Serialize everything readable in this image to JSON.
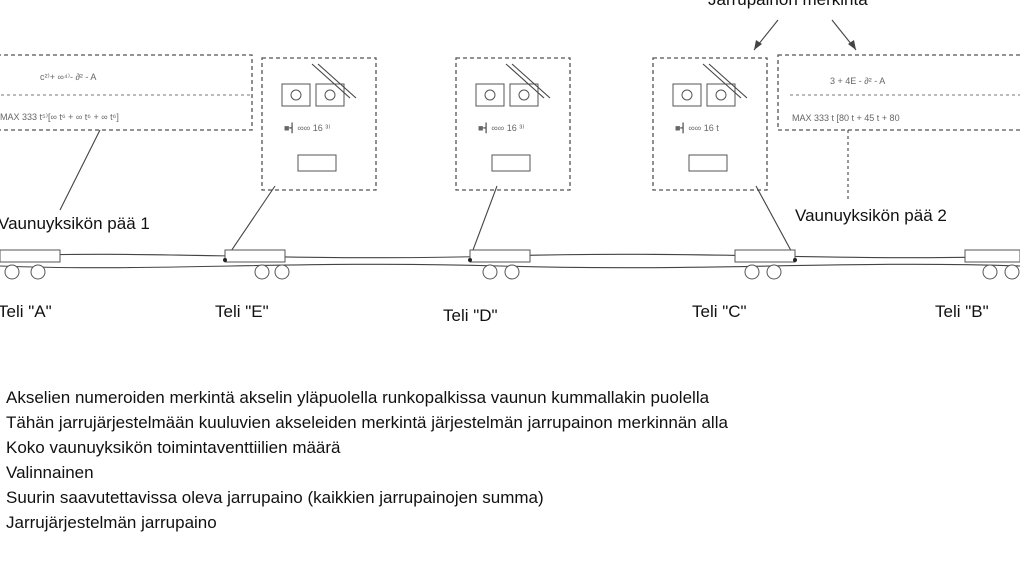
{
  "callout_top": "Jarrupainon merkintä",
  "end_labels": {
    "end1": "Vaunuyksikön pää 1",
    "end2": "Vaunuyksikön pää 2"
  },
  "bogies": [
    {
      "label": "Teli \"A\""
    },
    {
      "label": "Teli \"E\""
    },
    {
      "label": "Teli \"D\""
    },
    {
      "label": "Teli \"C\""
    },
    {
      "label": "Teli \"B\""
    }
  ],
  "footnotes": [
    "Akselien numeroiden merkintä akselin yläpuolella runkopalkissa vaunun kummallakin puolella",
    "Tähän jarrujärjestelmään kuuluvien akseleiden merkintä järjestelmän jarrupainon merkinnän alla",
    "Koko vaunuyksikön toimintaventtiilien määrä",
    "Valinnainen",
    "Suurin saavutettavissa oleva jarrupaino (kaikkien jarrupainojen summa)",
    "Jarrujärjestelmän jarrupaino"
  ]
}
